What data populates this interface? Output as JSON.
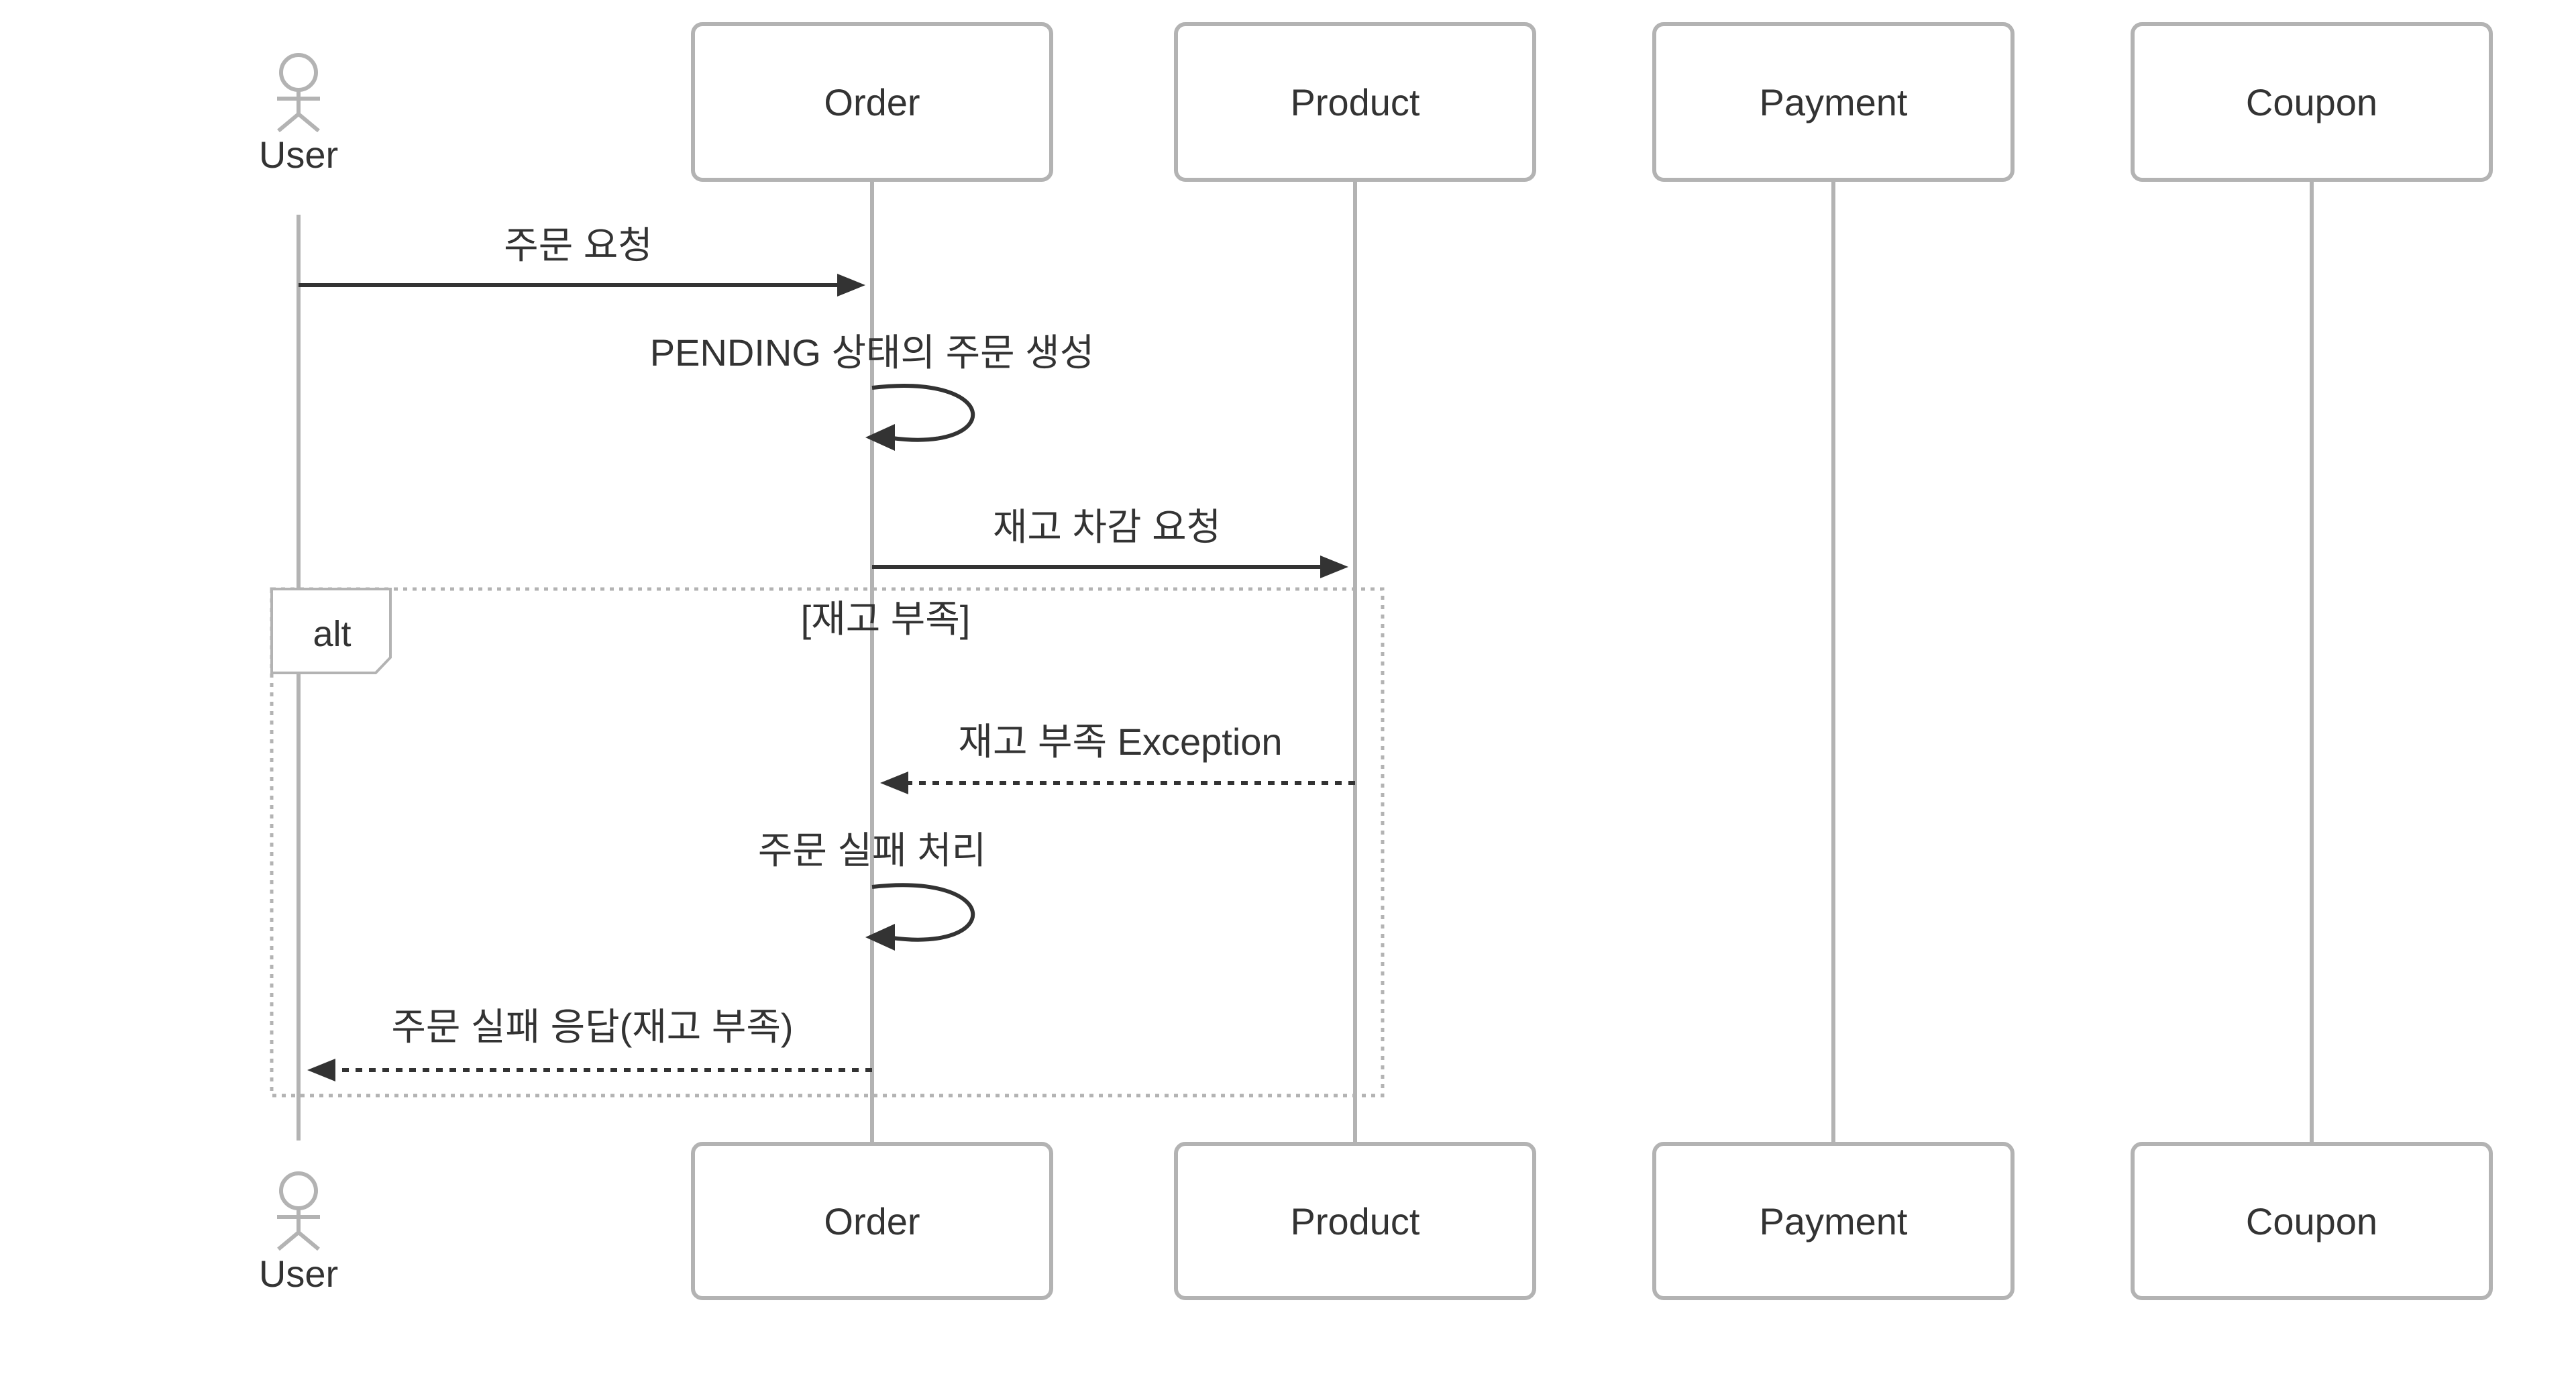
{
  "participants": {
    "user": "User",
    "order": "Order",
    "product": "Product",
    "payment": "Payment",
    "coupon": "Coupon"
  },
  "messages": {
    "m1": "주문 요청",
    "m2": "PENDING 상태의 주문 생성",
    "m3": "재고 차감 요청",
    "m4": "재고 부족 Exception",
    "m5": "주문 실패 처리",
    "m6": "주문 실패 응답(재고 부족)"
  },
  "alt_frame": {
    "label": "alt",
    "guard": "[재고 부족]"
  },
  "colors": {
    "line": "#b3b3b3",
    "arrow": "#333333",
    "text": "#333333",
    "background": "#ffffff"
  }
}
